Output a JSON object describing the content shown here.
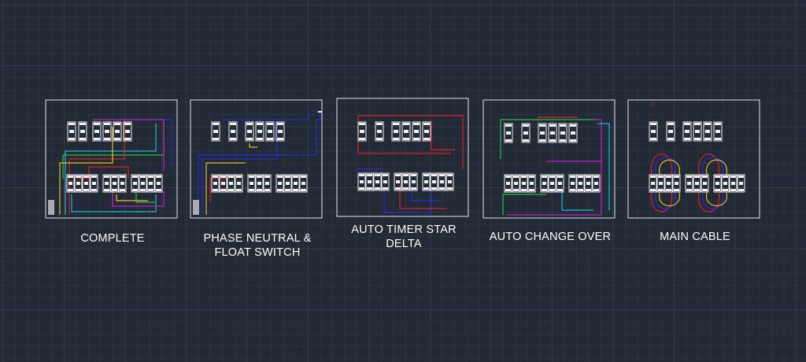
{
  "colors": {
    "background": "#222a35",
    "grid_minor": "#2a323d",
    "grid_major": "#323b47",
    "frame": "#e6e6e6",
    "wire_red": "#d8202a",
    "wire_blue": "#2a2ad8",
    "wire_green": "#22c040",
    "wire_cyan": "#22b8d8",
    "wire_magenta": "#c020c8",
    "wire_yellow": "#e0c020",
    "device": "#f2f2f2"
  },
  "panels": [
    {
      "id": "complete",
      "label_lines": [
        "COMPLETE"
      ],
      "wires": [
        "red",
        "blue",
        "green",
        "cyan",
        "magenta",
        "yellow"
      ]
    },
    {
      "id": "phase-neutral-float",
      "label_lines": [
        "PHASE NEUTRAL &",
        "FLOAT SWITCH"
      ],
      "wires": [
        "blue",
        "yellow",
        "red"
      ]
    },
    {
      "id": "auto-timer-star-delta",
      "label_lines": [
        "AUTO TIMER STAR",
        "DELTA"
      ],
      "wires": [
        "red",
        "blue"
      ]
    },
    {
      "id": "auto-change-over",
      "label_lines": [
        "AUTO CHANGE OVER"
      ],
      "wires": [
        "green",
        "cyan",
        "magenta",
        "red"
      ]
    },
    {
      "id": "main-cable",
      "label_lines": [
        "MAIN CABLE"
      ],
      "wires": [
        "red",
        "blue",
        "yellow"
      ]
    }
  ]
}
